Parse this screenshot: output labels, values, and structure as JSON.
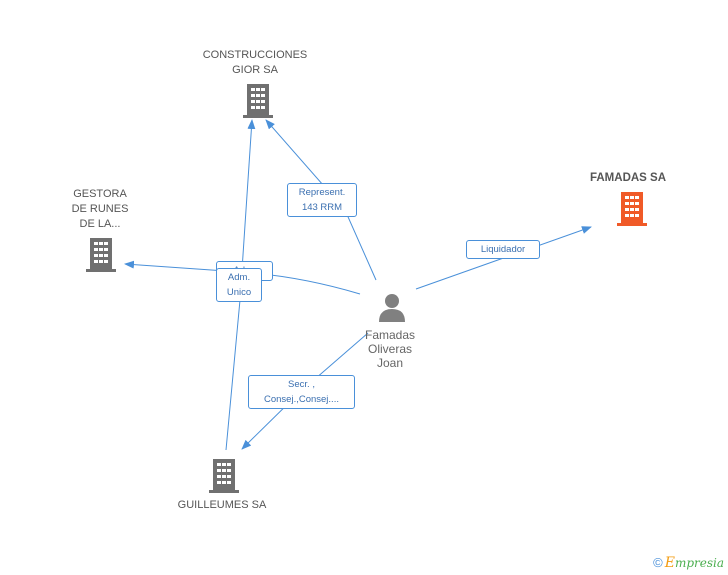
{
  "colors": {
    "edge": "#4a90d9",
    "building": "#707070",
    "highlight_building": "#f05a28",
    "person": "#808080"
  },
  "nodes": {
    "construcciones": {
      "name": "CONSTRUCCIONES\nGIOR SA",
      "icon": "building-icon"
    },
    "gestora": {
      "name": "GESTORA\nDE RUNES\nDE LA...",
      "icon": "building-icon"
    },
    "famadas_sa": {
      "name": "FAMADAS SA",
      "icon": "building-icon"
    },
    "guilleumes": {
      "name": "GUILLEUMES SA",
      "icon": "building-icon"
    },
    "person": {
      "name": "Famadas\nOliveras\nJoan",
      "icon": "person-icon"
    }
  },
  "edges": {
    "represent": [
      "Represent.",
      "143 RRM"
    ],
    "liquidador": [
      "Liquidador"
    ],
    "adm_top": [
      "Adm."
    ],
    "adm_bottom": [
      "Adm.",
      "Unico"
    ],
    "secr": [
      "Secr. ,",
      "Consej.,Consej...."
    ]
  },
  "watermark": {
    "symbol": "©",
    "brand_initial": "E",
    "brand_rest": "mpresia"
  }
}
